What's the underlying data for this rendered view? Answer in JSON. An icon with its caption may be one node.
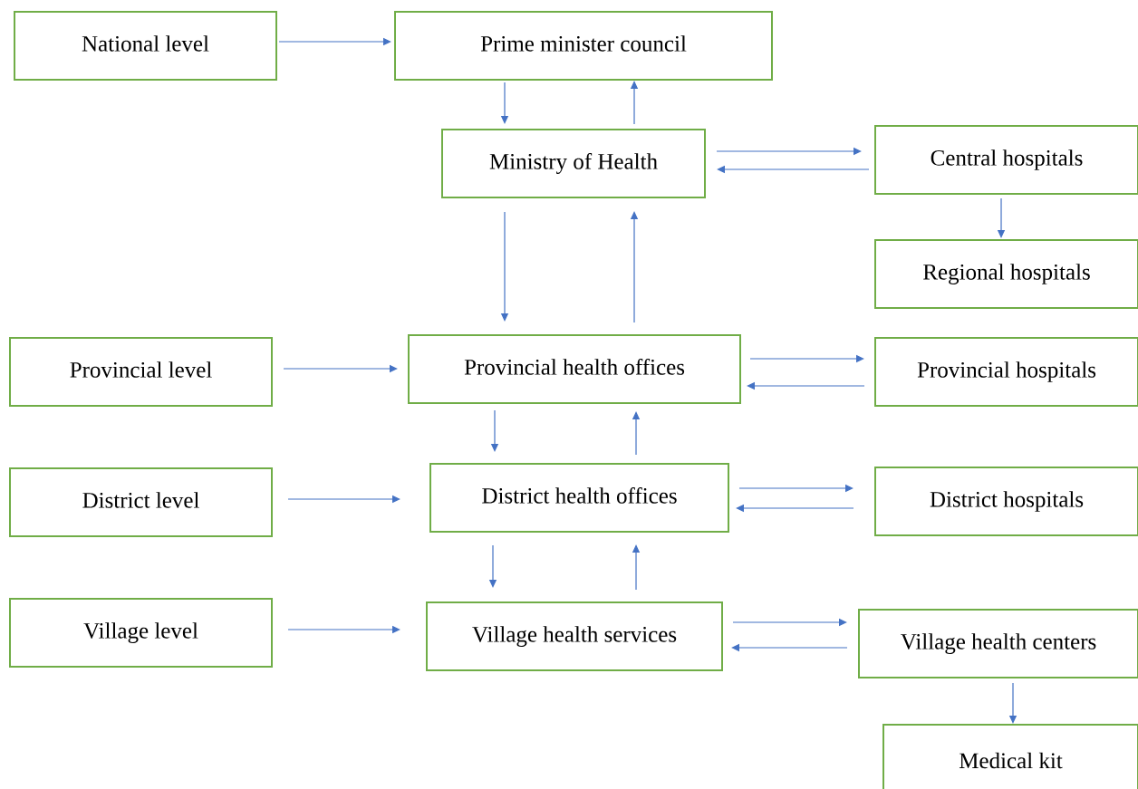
{
  "diagram": {
    "nodes": [
      {
        "text": [
          "National level"
        ]
      },
      {
        "text": [
          "Prime minister council"
        ]
      },
      {
        "text": [
          "Ministry of Health"
        ]
      },
      {
        "text": [
          "Central hospitals"
        ]
      },
      {
        "text": [
          "Regional hospitals"
        ]
      },
      {
        "text": [
          "Provincial level"
        ]
      },
      {
        "text": [
          "Provincial health offices"
        ]
      },
      {
        "text": [
          "Provincial hospitals"
        ]
      },
      {
        "text": [
          "District level"
        ]
      },
      {
        "text": [
          "District health offices"
        ]
      },
      {
        "text": [
          "District hospitals"
        ]
      },
      {
        "text": [
          "Village level"
        ]
      },
      {
        "text": [
          "Village health services"
        ]
      },
      {
        "text": [
          "Village health centers"
        ]
      },
      {
        "text": [
          "Medical kit"
        ]
      }
    ],
    "edges": [
      {
        "from": 0,
        "to": 1,
        "arrow": "to"
      },
      {
        "from": 1,
        "to": 2,
        "arrow": "to"
      },
      {
        "from": 2,
        "to": 1,
        "arrow": "to"
      },
      {
        "from": 2,
        "to": 3,
        "arrow": "to"
      },
      {
        "from": 3,
        "to": 2,
        "arrow": "to"
      },
      {
        "from": 3,
        "to": 4,
        "arrow": "to"
      },
      {
        "from": 2,
        "to": 6,
        "arrow": "to"
      },
      {
        "from": 6,
        "to": 2,
        "arrow": "to"
      },
      {
        "from": 5,
        "to": 6,
        "arrow": "to"
      },
      {
        "from": 6,
        "to": 7,
        "arrow": "to"
      },
      {
        "from": 7,
        "to": 6,
        "arrow": "to"
      },
      {
        "from": 6,
        "to": 9,
        "arrow": "to"
      },
      {
        "from": 9,
        "to": 6,
        "arrow": "to"
      },
      {
        "from": 8,
        "to": 9,
        "arrow": "to"
      },
      {
        "from": 9,
        "to": 10,
        "arrow": "to"
      },
      {
        "from": 10,
        "to": 9,
        "arrow": "to"
      },
      {
        "from": 9,
        "to": 12,
        "arrow": "to"
      },
      {
        "from": 12,
        "to": 9,
        "arrow": "to"
      },
      {
        "from": 11,
        "to": 12,
        "arrow": "to"
      },
      {
        "from": 12,
        "to": 13,
        "arrow": "to"
      },
      {
        "from": 13,
        "to": 12,
        "arrow": "to"
      },
      {
        "from": 13,
        "to": 14,
        "arrow": "to"
      }
    ]
  }
}
